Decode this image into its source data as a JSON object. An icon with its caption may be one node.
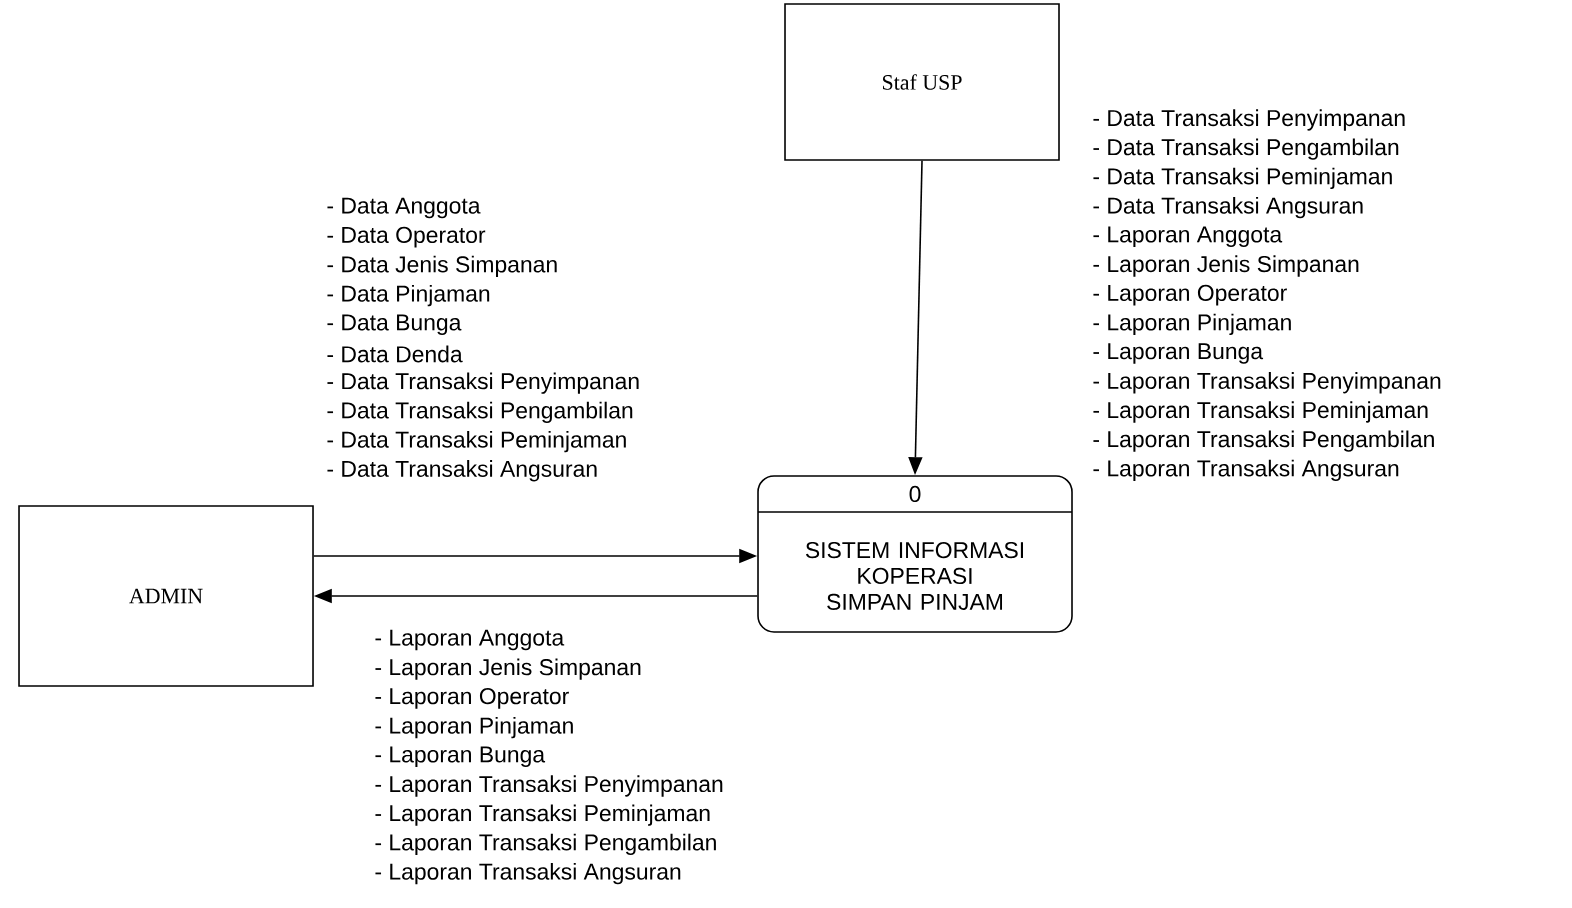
{
  "diagram": {
    "nodes": [
      {
        "text": [
          "Staf USP"
        ]
      },
      {
        "text": [
          "ADMIN"
        ]
      },
      {
        "text": [
          "0",
          "SISTEM INFORMASI KOPERASI SIMPAN PINJAM"
        ]
      }
    ],
    "edges": [
      {
        "from": 0,
        "to": 2,
        "arrow": "to"
      },
      {
        "from": 1,
        "to": 2,
        "arrow": "to"
      },
      {
        "from": 2,
        "to": 1,
        "arrow": "to"
      }
    ],
    "labels": [
      "- Data Transaksi Penyimpanan",
      "- Data Transaksi Pengambilan",
      "- Data Transaksi Peminjaman",
      "- Data Transaksi Angsuran",
      "- Laporan Anggota",
      "- Laporan Jenis Simpanan",
      "- Laporan Operator",
      "- Laporan Pinjaman",
      "- Laporan Bunga",
      "- Laporan Transaksi Penyimpanan",
      "- Laporan Transaksi Peminjaman",
      "- Laporan Transaksi Pengambilan",
      "- Laporan Transaksi Angsuran",
      "- Data Anggota",
      "- Data Operator",
      "- Data Jenis Simpanan",
      "- Data Pinjaman",
      "- Data Bunga",
      "- Data Denda",
      "- Data Transaksi Penyimpanan",
      "- Data Transaksi Pengambilan",
      "- Data Transaksi Peminjaman",
      "- Data Transaksi Angsuran",
      "- Laporan Anggota",
      "- Laporan Jenis Simpanan",
      "- Laporan Operator",
      "- Laporan Pinjaman",
      "- Laporan Bunga",
      "- Laporan Transaksi Penyimpanan",
      "- Laporan Transaksi Peminjaman",
      "- Laporan Transaksi Pengambilan",
      "- Laporan Transaksi Angsuran"
    ]
  }
}
